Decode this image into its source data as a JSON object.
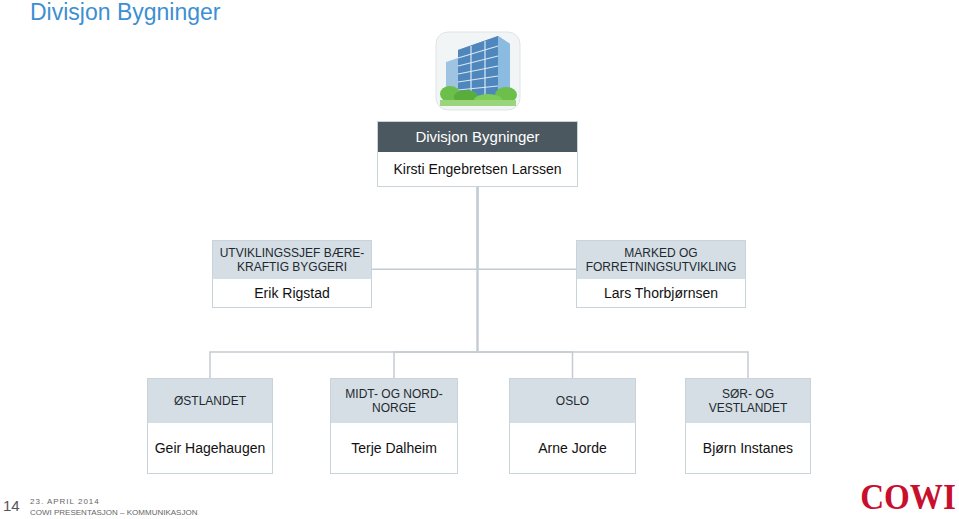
{
  "diagram": {
    "title": "Divisjon Bygninger",
    "nodes": [
      {
        "text": [
          "Divisjon Bygninger",
          "Kirsti Engebretsen Larssen"
        ]
      },
      {
        "text": [
          "UTVIKLINGSSJEF BÆRE- KRAFTIG BYGGERI",
          "Erik Rigstad"
        ]
      },
      {
        "text": [
          "MARKED OG FORRETNINGSUTVIKLING",
          "Lars Thorbjørnsen"
        ]
      },
      {
        "text": [
          "ØSTLANDET",
          "Geir Hagehaugen"
        ]
      },
      {
        "text": [
          "MIDT- OG NORD-NORGE",
          "Terje Dalheim"
        ]
      },
      {
        "text": [
          "OSLO",
          "Arne Jorde"
        ]
      },
      {
        "text": [
          "SØR- OG VESTLANDET",
          "Bjørn Instanes"
        ]
      }
    ],
    "edges": [
      {
        "from": 0,
        "to": 1,
        "arrow": "none"
      },
      {
        "from": 0,
        "to": 2,
        "arrow": "none"
      },
      {
        "from": 0,
        "to": 3,
        "arrow": "none"
      },
      {
        "from": 0,
        "to": 4,
        "arrow": "none"
      },
      {
        "from": 0,
        "to": 5,
        "arrow": "none"
      },
      {
        "from": 0,
        "to": 6,
        "arrow": "none"
      }
    ],
    "labels": [
      "14",
      "23. APRIL 2014",
      "COWI PRESENTASJON – KOMMUNIKASJON",
      "COWI"
    ]
  }
}
